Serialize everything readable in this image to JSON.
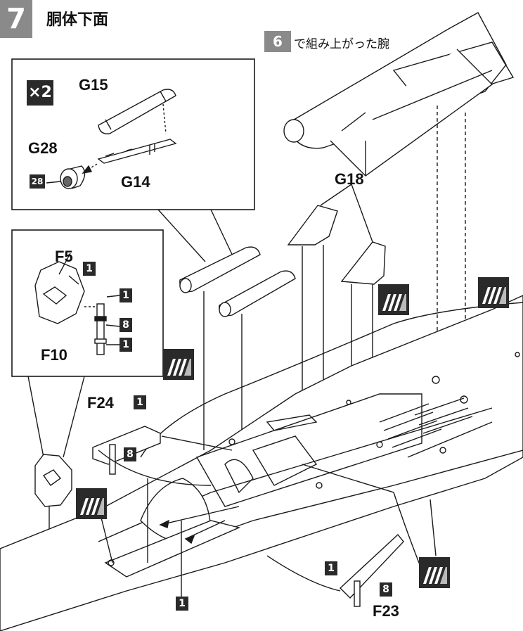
{
  "step": {
    "number": "7",
    "title": "胴体下面"
  },
  "subassembly": {
    "quantity_badge": "×2"
  },
  "reference": {
    "step_badge": "6",
    "caption": "で組み上がった腕"
  },
  "part_labels": {
    "g15": "G15",
    "g14": "G14",
    "g28": "G28",
    "g28_tag": "28",
    "g18": "G18",
    "f5": "F5",
    "f10": "F10",
    "f24": "F24",
    "f23": "F23"
  },
  "color_numbers": {
    "one": "1",
    "eight": "8"
  },
  "icons": [
    "paint-stripe-icon"
  ],
  "colors": {
    "ink": "#1a1a1a",
    "badge_dark": "#2a2a2a",
    "badge_gray": "#8a8a8a",
    "paper": "#ffffff"
  }
}
